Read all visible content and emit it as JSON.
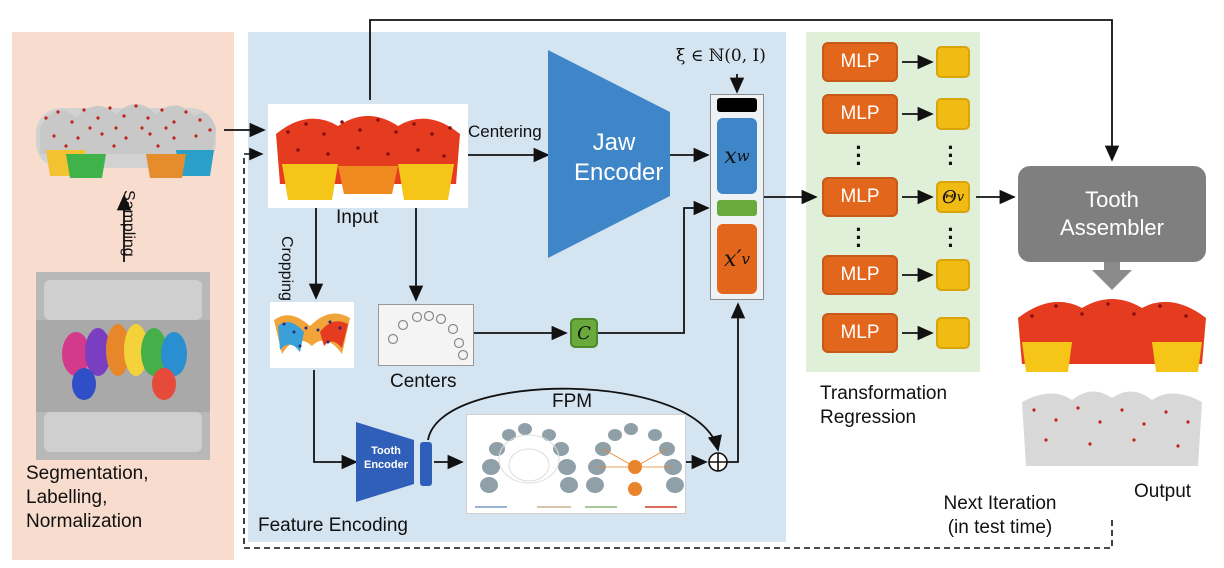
{
  "preprocess": {
    "label_line1": "Segmentation,",
    "label_line2": "Labelling,",
    "label_line3": "Normalization",
    "sampling": "Sampling"
  },
  "feature_encoding": {
    "panel_label": "Feature Encoding",
    "input_label": "Input",
    "centering": "Centering",
    "cropping": "Cropping",
    "centers_label": "Centers",
    "fpm_label": "FPM",
    "jaw_encoder_line1": "Jaw",
    "jaw_encoder_line2": "Encoder",
    "tooth_encoder_line1": "Tooth",
    "tooth_encoder_line2": "Encoder",
    "c_symbol": "C",
    "noise": "ξ ∈ ℕ(0, I)",
    "xw": "x",
    "xw_sub": "w",
    "xv": "x′",
    "xv_sub": "v"
  },
  "regression": {
    "mlp_label": "MLP",
    "theta": "Θ",
    "theta_sub": "v",
    "label_line1": "Transformation",
    "label_line2": "Regression"
  },
  "assembler": {
    "line1": "Tooth",
    "line2": "Assembler",
    "output": "Output",
    "next_line1": "Next Iteration",
    "next_line2": "(in test time)"
  },
  "colors": {
    "pre_panel": "#f8dccd",
    "feat_panel": "#d5e4f1",
    "reg_panel": "#e0efd7",
    "encoder": "#3f86c8",
    "mlp": "#e2661c",
    "theta": "#f0bb13",
    "assembler": "#7f7f7f"
  }
}
